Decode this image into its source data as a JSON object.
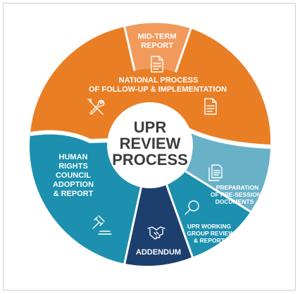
{
  "title": {
    "line1": "UPR",
    "line2": "REVIEW",
    "line3": "PROCESS"
  },
  "segments": {
    "mid_term": {
      "line1": "MID-TERM",
      "line2": "REPORT",
      "color": "#f29a5c"
    },
    "national": {
      "line1": "NATIONAL PROCESS",
      "line2": "OF FOLLOW-UP & IMPLEMENTATION",
      "color": "#ea7e25"
    },
    "preparation": {
      "line1": "PREPARATION",
      "line2": "OF PRE-SESSION",
      "line3": "DOCUMENTS",
      "color": "#69b1c6"
    },
    "working_group": {
      "line1": "UPR WORKING",
      "line2": "GROUP REVIEW",
      "line3": "& REPORT",
      "color": "#1c90ae"
    },
    "addendum": {
      "line1": "ADDENDUM",
      "color": "#1d3f6e"
    },
    "hrc": {
      "line1": "HUMAN",
      "line2": "RIGHTS",
      "line3": "COUNCIL",
      "line4": "ADOPTION",
      "line5": "& REPORT",
      "color": "#1c90ae"
    }
  },
  "icons": [
    "document-icon",
    "document-icon",
    "tools-icon",
    "documents-icon",
    "magnifier-icon",
    "handshake-icon",
    "gavel-icon"
  ]
}
